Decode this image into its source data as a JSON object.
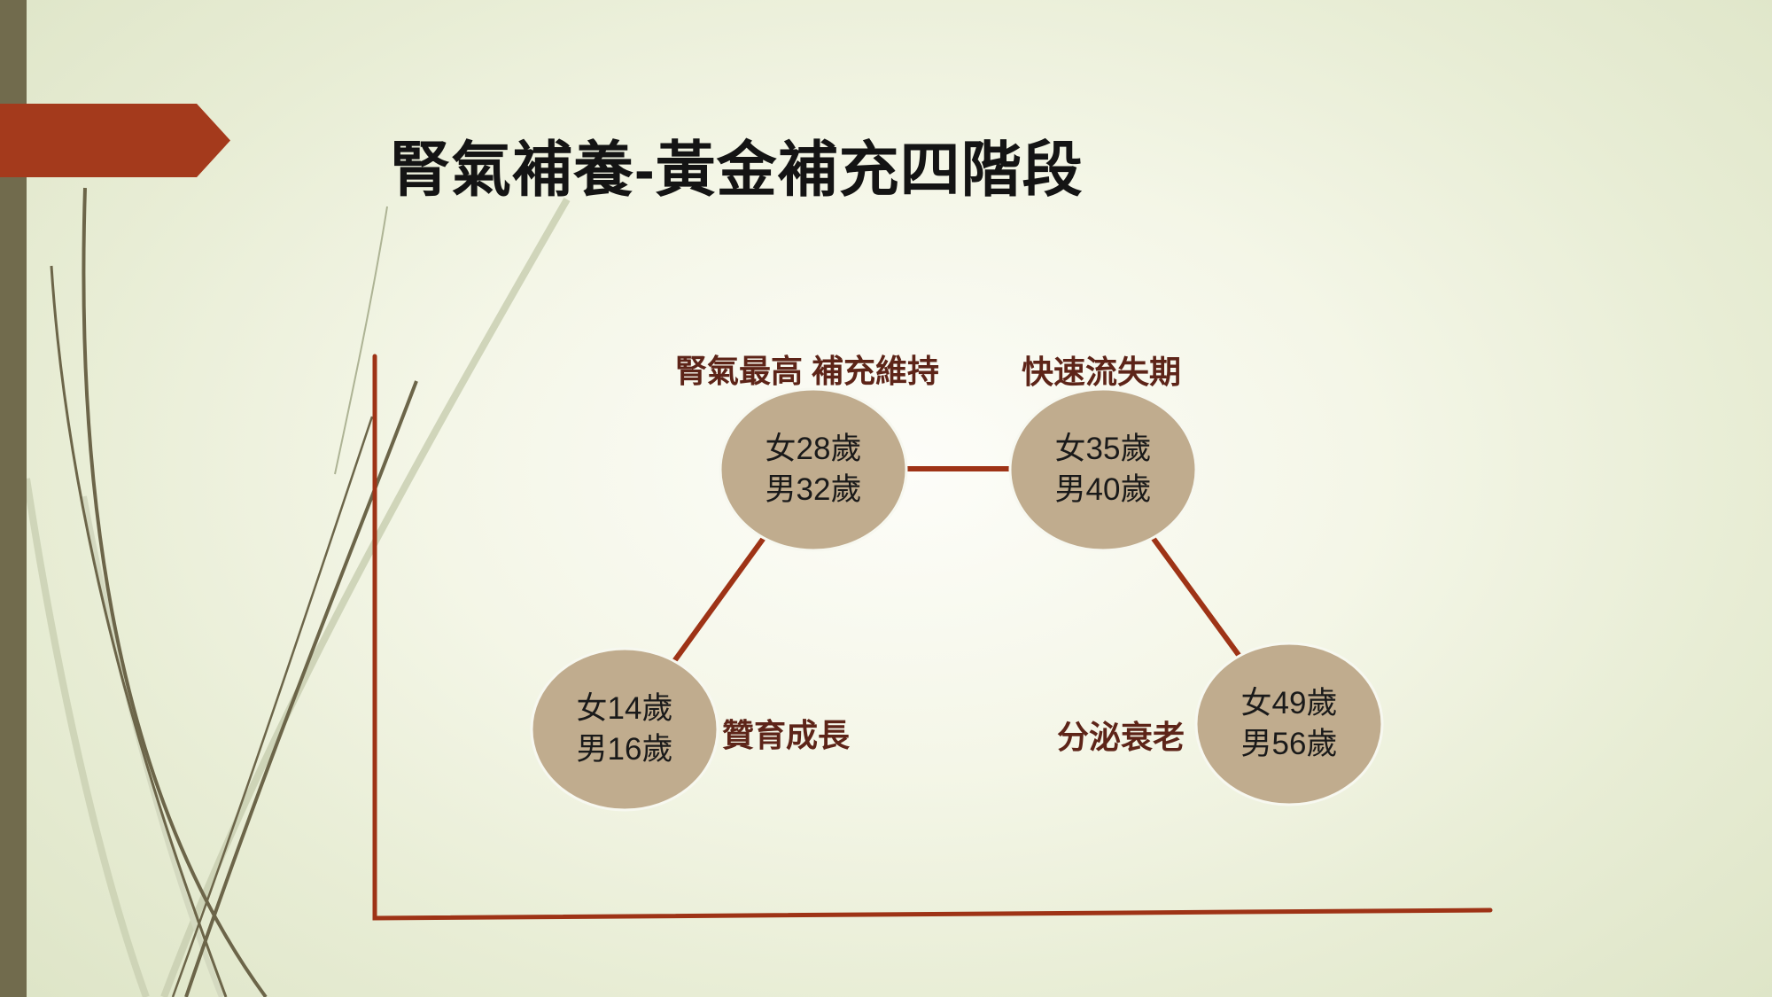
{
  "slide": {
    "title": "腎氣補養-黃金補充四階段"
  },
  "stages": [
    {
      "name": "贊育成長",
      "female": "女14歲",
      "male": "男16歲"
    },
    {
      "name": "腎氣最高 補充維持",
      "female": "女28歲",
      "male": "男32歲"
    },
    {
      "name": "快速流失期",
      "female": "女35歲",
      "male": "男40歲"
    },
    {
      "name": "分泌衰老",
      "female": "女49歲",
      "male": "男56歲"
    }
  ],
  "colors": {
    "accent_red": "#a43a1c",
    "axis_red": "#9e3316",
    "circle_fill": "#c0ac8e",
    "circle_border": "#f7f8f0",
    "label_maroon": "#5d2418",
    "left_bar_olive": "#716b4d",
    "grass_dark": "#6c6549",
    "grass_light": "#c9cfb1"
  }
}
